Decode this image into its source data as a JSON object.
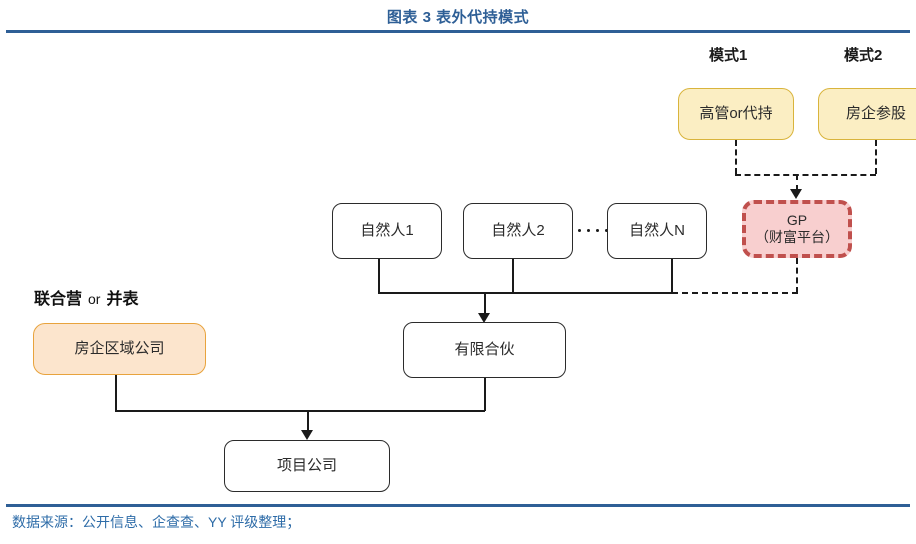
{
  "title": "图表 3 表外代持模式",
  "source": "数据来源：公开信息、企查查、YY 评级整理；",
  "colors": {
    "title_blue": "#2e5f96",
    "source_blue": "#2e6ca8",
    "yellow_fill": "#fbeec3",
    "yellow_border": "#d9b43c",
    "orange_fill": "#fce5cd",
    "orange_border": "#e8a33d",
    "pink_fill": "#f8cfcf",
    "pink_border": "#c0504d",
    "line": "#1a1a1a"
  },
  "captions": {
    "mode1": "模式1",
    "mode2": "模式2",
    "left_group": "联合营",
    "left_or": "or",
    "left_group2": "并表"
  },
  "nodes": {
    "exec_proxy": {
      "label": "高管or代持"
    },
    "developer_stake": {
      "label": "房企参股"
    },
    "gp": {
      "line1": "GP",
      "line2": "（财富平台）"
    },
    "person1": {
      "label": "自然人1"
    },
    "person2": {
      "label": "自然人2"
    },
    "personN": {
      "label": "自然人N"
    },
    "ellipsis": "· · · ·",
    "lp": {
      "label": "有限合伙"
    },
    "regional_company": {
      "label": "房企区域公司"
    },
    "project_company": {
      "label": "项目公司"
    }
  }
}
